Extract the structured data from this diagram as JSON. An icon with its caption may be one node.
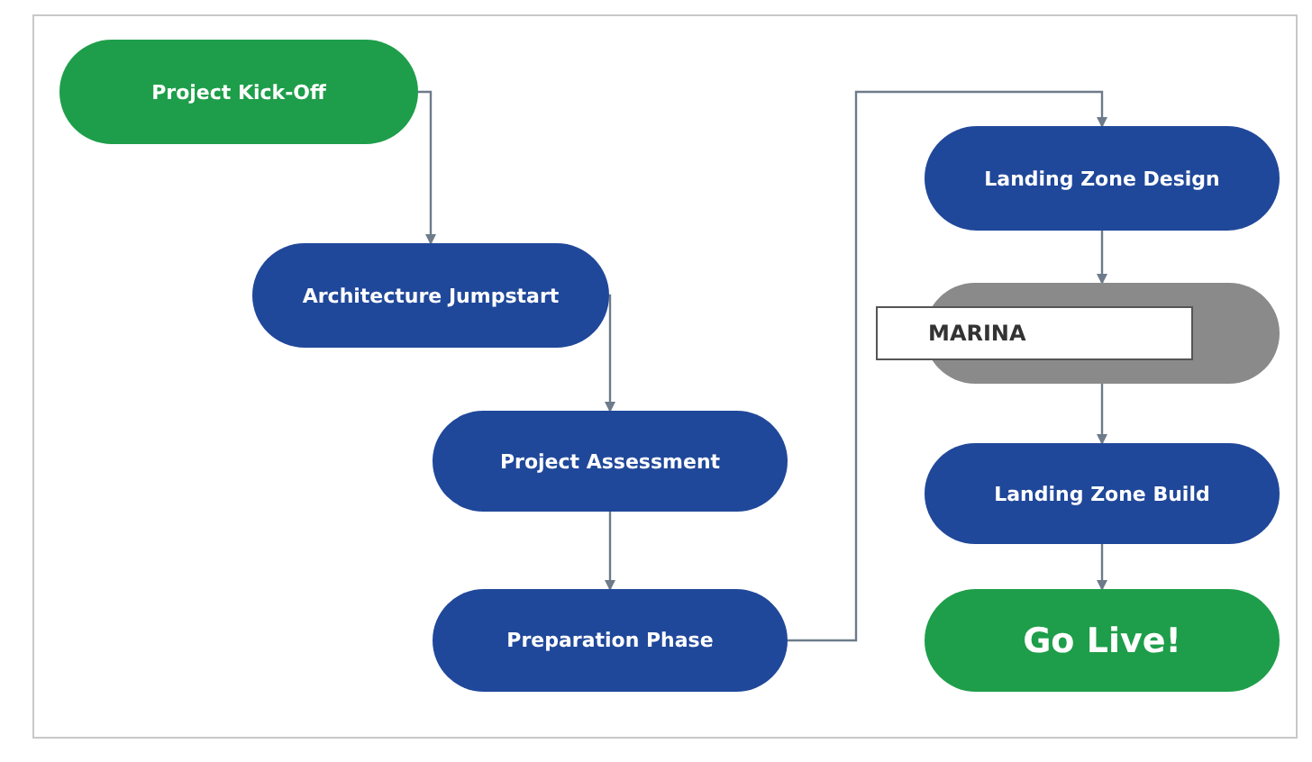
{
  "diagram": {
    "nodes": [
      {
        "text": [
          "Project Kick-Off"
        ]
      },
      {
        "text": [
          "Architecture Jumpstart"
        ]
      },
      {
        "text": [
          "Project Assessment"
        ]
      },
      {
        "text": [
          "Preparation Phase"
        ]
      },
      {
        "text": [
          "Landing Zone Design"
        ]
      },
      {
        "text": [
          "MARINA"
        ]
      },
      {
        "text": [
          "Landing Zone Build"
        ]
      },
      {
        "text": [
          "Go Live!"
        ]
      }
    ],
    "edges": [
      {
        "from": 0,
        "to": 1,
        "arrow": "to"
      },
      {
        "from": 1,
        "to": 2,
        "arrow": "to"
      },
      {
        "from": 2,
        "to": 3,
        "arrow": "to"
      },
      {
        "from": 3,
        "to": 4,
        "arrow": "to"
      },
      {
        "from": 4,
        "to": 5,
        "arrow": "to"
      },
      {
        "from": 5,
        "to": 6,
        "arrow": "to"
      },
      {
        "from": 6,
        "to": 7,
        "arrow": "to"
      }
    ]
  }
}
